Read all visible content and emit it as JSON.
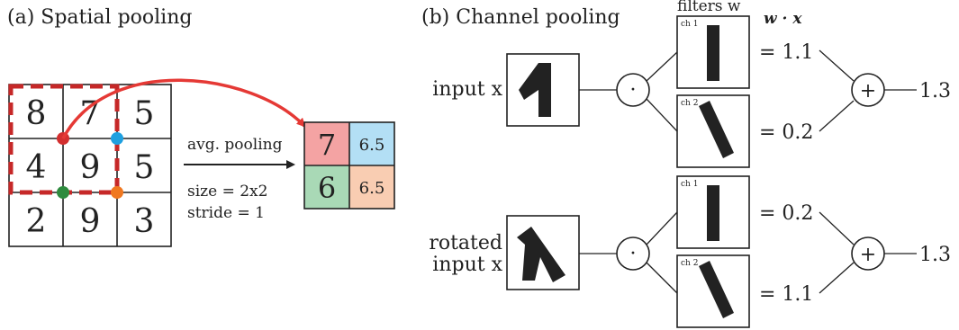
{
  "panel_a": {
    "title": "(a) Spatial pooling",
    "grid": [
      [
        "8",
        "7",
        "5"
      ],
      [
        "4",
        "9",
        "5"
      ],
      [
        "2",
        "9",
        "3"
      ]
    ],
    "op_label": "avg. pooling",
    "size_label": "size = 2x2",
    "stride_label": "stride = 1",
    "output": [
      [
        "7",
        "6.5"
      ],
      [
        "6",
        "6.5"
      ]
    ],
    "colors": {
      "window": "#c62828",
      "out_tl": "#f4a3a3",
      "out_tr": "#b3dff5",
      "out_bl": "#a9d9b6",
      "out_br": "#f9cdb2",
      "dot_red": "#d32f2f",
      "dot_blue": "#1ea0e0",
      "dot_green": "#2e8b3e",
      "dot_orange": "#f07820",
      "arrow": "#e53935"
    }
  },
  "panel_b": {
    "title": "(b) Channel pooling",
    "filters_label": "filters w",
    "dot_label": "w · x",
    "input_label": "input x",
    "rotated_label_1": "rotated",
    "rotated_label_2": "input x",
    "ch1": "ch 1",
    "ch2": "ch 2",
    "mult_symbol": "·",
    "sum_symbol": "+",
    "top": {
      "val1": "= 1.1",
      "val2": "= 0.2",
      "result": "1.3"
    },
    "bottom": {
      "val1": "= 0.2",
      "val2": "= 1.1",
      "result": "1.3"
    }
  }
}
